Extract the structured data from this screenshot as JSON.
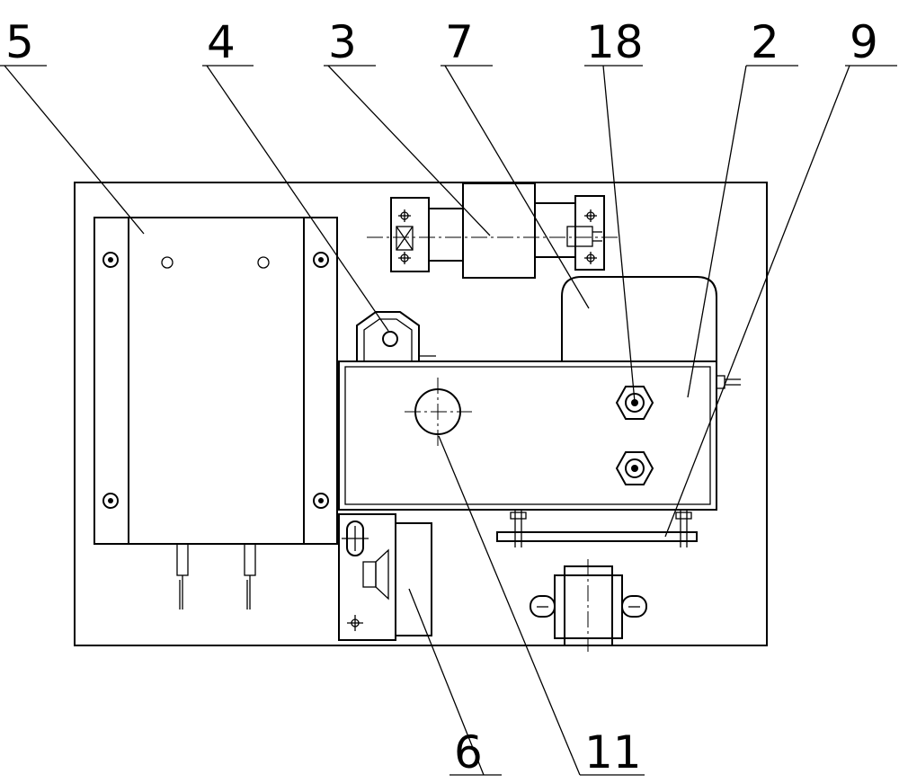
{
  "callouts": [
    {
      "id": "5",
      "label": "5"
    },
    {
      "id": "4",
      "label": "4"
    },
    {
      "id": "3",
      "label": "3"
    },
    {
      "id": "7",
      "label": "7"
    },
    {
      "id": "18",
      "label": "18"
    },
    {
      "id": "2",
      "label": "2"
    },
    {
      "id": "9",
      "label": "9"
    },
    {
      "id": "6",
      "label": "6"
    },
    {
      "id": "11",
      "label": "11"
    }
  ],
  "colors": {
    "line": "#000000",
    "background": "#ffffff"
  }
}
